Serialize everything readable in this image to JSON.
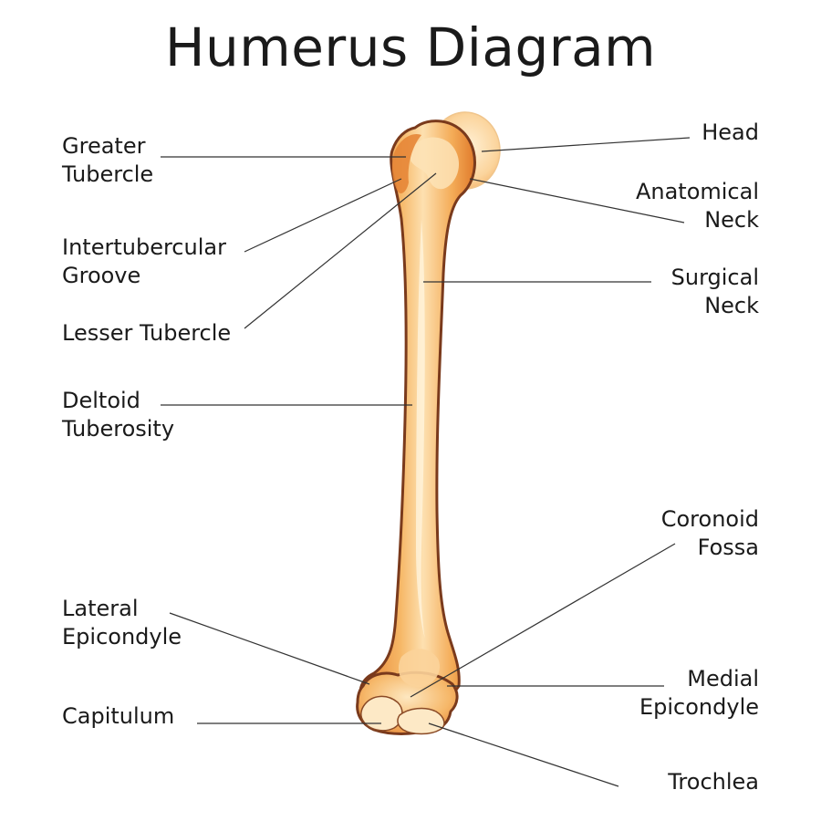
{
  "title": "Humerus Diagram",
  "labels": {
    "greater_tubercle": [
      "Greater",
      "Tubercle"
    ],
    "intertubercular_groove": [
      "Intertubercular",
      "Groove"
    ],
    "lesser_tubercle": [
      "Lesser Tubercle"
    ],
    "deltoid_tuberosity": [
      "Deltoid",
      "Tuberosity"
    ],
    "lateral_epicondyle": [
      "Lateral",
      "Epicondyle"
    ],
    "capitulum": [
      "Capitulum"
    ],
    "head": [
      "Head"
    ],
    "anatomical_neck": [
      "Anatomical",
      "Neck"
    ],
    "surgical_neck": [
      "Surgical",
      "Neck"
    ],
    "coronoid_fossa": [
      "Coronoid",
      "Fossa"
    ],
    "medial_epicondyle": [
      "Medial",
      "Epicondyle"
    ],
    "trochlea": [
      "Trochlea"
    ]
  },
  "colors": {
    "bone_outline": "#7a3a1c",
    "bone_dark": "#e27a2c",
    "bone_mid": "#f2a955",
    "bone_light": "#fde1b0",
    "bone_highlight": "#fff3da",
    "head_cartilage": "#fbd8a2",
    "leader_line": "#333333"
  }
}
